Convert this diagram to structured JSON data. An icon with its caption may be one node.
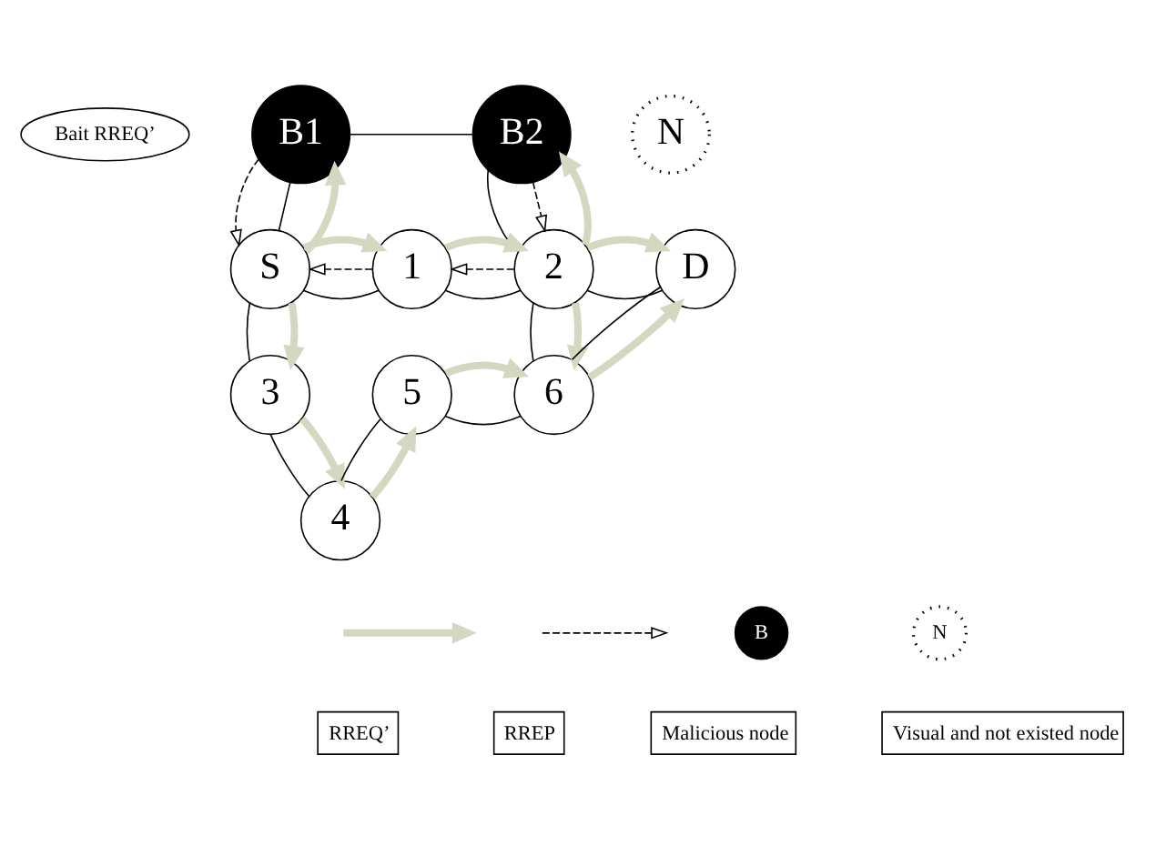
{
  "diagram": {
    "nodes": [
      {
        "text": [
          "Bait RREQ’"
        ]
      },
      {
        "text": [
          "B1"
        ]
      },
      {
        "text": [
          "B2"
        ]
      },
      {
        "text": [
          "N"
        ]
      },
      {
        "text": [
          "S"
        ]
      },
      {
        "text": [
          "1"
        ]
      },
      {
        "text": [
          "2"
        ]
      },
      {
        "text": [
          "D"
        ]
      },
      {
        "text": [
          "3"
        ]
      },
      {
        "text": [
          "5"
        ]
      },
      {
        "text": [
          "6"
        ]
      },
      {
        "text": [
          "4"
        ]
      }
    ],
    "edges": [
      {
        "from": 1,
        "to": 2,
        "arrow": "none"
      },
      {
        "from": 4,
        "to": 1,
        "arrow": "none"
      },
      {
        "from": 2,
        "to": 6,
        "arrow": "none"
      },
      {
        "from": 4,
        "to": 5,
        "arrow": "none"
      },
      {
        "from": 5,
        "to": 6,
        "arrow": "none"
      },
      {
        "from": 6,
        "to": 7,
        "arrow": "none"
      },
      {
        "from": 6,
        "to": 10,
        "arrow": "none"
      },
      {
        "from": 4,
        "to": 8,
        "arrow": "none"
      },
      {
        "from": 8,
        "to": 11,
        "arrow": "none"
      },
      {
        "from": 11,
        "to": 9,
        "arrow": "none"
      },
      {
        "from": 9,
        "to": 10,
        "arrow": "none"
      },
      {
        "from": 10,
        "to": 7,
        "arrow": "none"
      },
      {
        "from": 4,
        "to": 1,
        "arrow": "to",
        "style": "thick",
        "color": "#d4d8c0"
      },
      {
        "from": 1,
        "to": 4,
        "arrow": "to",
        "style": "dashed"
      },
      {
        "from": 2,
        "to": 6,
        "arrow": "to",
        "style": "dashed"
      },
      {
        "from": 6,
        "to": 2,
        "arrow": "to",
        "style": "thick",
        "color": "#d4d8c0"
      },
      {
        "from": 6,
        "to": 5,
        "arrow": "to",
        "style": "dashed"
      },
      {
        "from": 5,
        "to": 4,
        "arrow": "to",
        "style": "dashed"
      },
      {
        "from": 4,
        "to": 5,
        "arrow": "to",
        "style": "thick",
        "color": "#d4d8c0"
      },
      {
        "from": 5,
        "to": 6,
        "arrow": "to",
        "style": "thick",
        "color": "#d4d8c0"
      },
      {
        "from": 6,
        "to": 7,
        "arrow": "to",
        "style": "thick",
        "color": "#d4d8c0"
      },
      {
        "from": 6,
        "to": 10,
        "arrow": "to",
        "style": "thick",
        "color": "#d4d8c0"
      },
      {
        "from": 4,
        "to": 8,
        "arrow": "to",
        "style": "thick",
        "color": "#d4d8c0"
      },
      {
        "from": 8,
        "to": 11,
        "arrow": "to",
        "style": "thick",
        "color": "#d4d8c0"
      },
      {
        "from": 11,
        "to": 9,
        "arrow": "to",
        "style": "thick",
        "color": "#d4d8c0"
      },
      {
        "from": 9,
        "to": 10,
        "arrow": "to",
        "style": "thick",
        "color": "#d4d8c0"
      },
      {
        "from": 10,
        "to": 7,
        "arrow": "to",
        "style": "thick",
        "color": "#d4d8c0"
      }
    ],
    "labels": [
      "B",
      "N"
    ],
    "legend": [
      {
        "text": "RREQ’"
      },
      {
        "text": "RREP"
      },
      {
        "text": "Malicious node"
      },
      {
        "text": "Visual and not existed node"
      }
    ]
  }
}
